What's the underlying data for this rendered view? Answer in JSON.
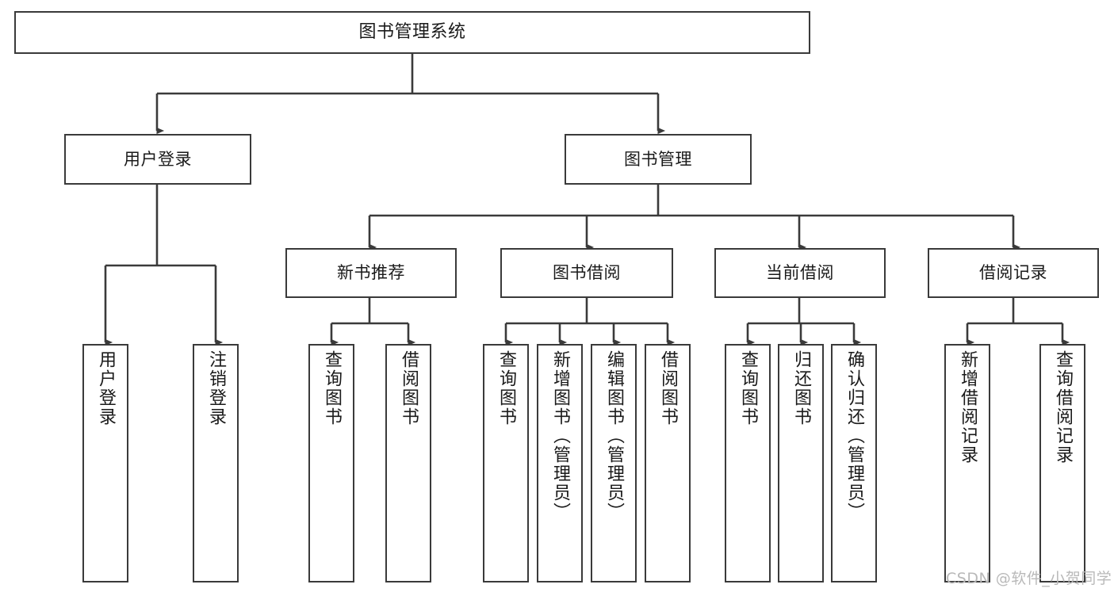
{
  "diagram": {
    "type": "tree-hierarchy-chart",
    "title": "图书管理系统",
    "watermark": "CSDN @软件_小贺同学",
    "colors": {
      "node_border": "#3a3a3a",
      "node_fill": "#ffffff",
      "connector": "#3a3a3a",
      "text": "#1a1a1a",
      "watermark": "#b9b9b9",
      "background": "#ffffff"
    },
    "root": {
      "label": "图书管理系统"
    },
    "level2": [
      {
        "label": "用户登录"
      },
      {
        "label": "图书管理"
      }
    ],
    "level3": [
      {
        "label": "新书推荐"
      },
      {
        "label": "图书借阅"
      },
      {
        "label": "当前借阅"
      },
      {
        "label": "借阅记录"
      }
    ],
    "leaves": {
      "user_login": [
        {
          "label": "用户登录"
        },
        {
          "label": "注销登录"
        }
      ],
      "new_book_recommend": [
        {
          "label": "查询图书"
        },
        {
          "label": "借阅图书"
        }
      ],
      "book_borrow": [
        {
          "label": "查询图书"
        },
        {
          "label": "新增图书（管理员）"
        },
        {
          "label": "编辑图书（管理员）"
        },
        {
          "label": "借阅图书"
        }
      ],
      "current_borrow": [
        {
          "label": "查询图书"
        },
        {
          "label": "归还图书"
        },
        {
          "label": "确认归还（管理员）"
        }
      ],
      "borrow_record": [
        {
          "label": "新增借阅记录"
        },
        {
          "label": "查询借阅记录"
        }
      ]
    }
  }
}
